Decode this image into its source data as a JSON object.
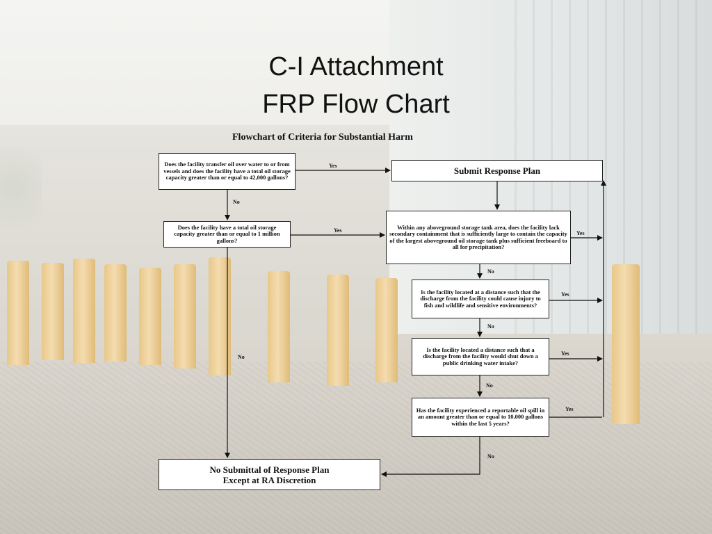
{
  "slide": {
    "title_line1": "C-I Attachment",
    "title_line2": "FRP Flow Chart"
  },
  "flowchart": {
    "title": "Flowchart of Criteria for Substantial Harm",
    "nodes": {
      "transfer_question": "Does the facility transfer oil over water to or from vessels and does the facility have a total oil storage capacity greater than or equal to 42,000 gallons?",
      "capacity_question": "Does the facility have a total oil storage capacity greater than or equal to 1 million gallons?",
      "submit_plan": "Submit Response Plan",
      "containment_question": "Within any aboveground storage tank area, does the facility lack secondary containment that is sufficiently large to contain the capacity of the largest aboveground oil storage tank plus sufficient freeboard to all for precipitation?",
      "fish_wildlife_question": "Is the facility located at a distance such that the discharge from the facility could cause injury to fish and wildlife and sensitive environments?",
      "drinking_water_question": "Is the facility located a distance such that a discharge from the facility would shut down a public drinking water intake?",
      "spill_history_question": "Has the facility experienced a reportable oil spill in an amount greater than or equal to 10,000 gallons within the last 5 years?",
      "no_submittal_line1": "No Submittal of Response Plan",
      "no_submittal_line2": "Except at RA Discretion"
    },
    "edge_labels": {
      "yes": "Yes",
      "no": "No"
    }
  }
}
